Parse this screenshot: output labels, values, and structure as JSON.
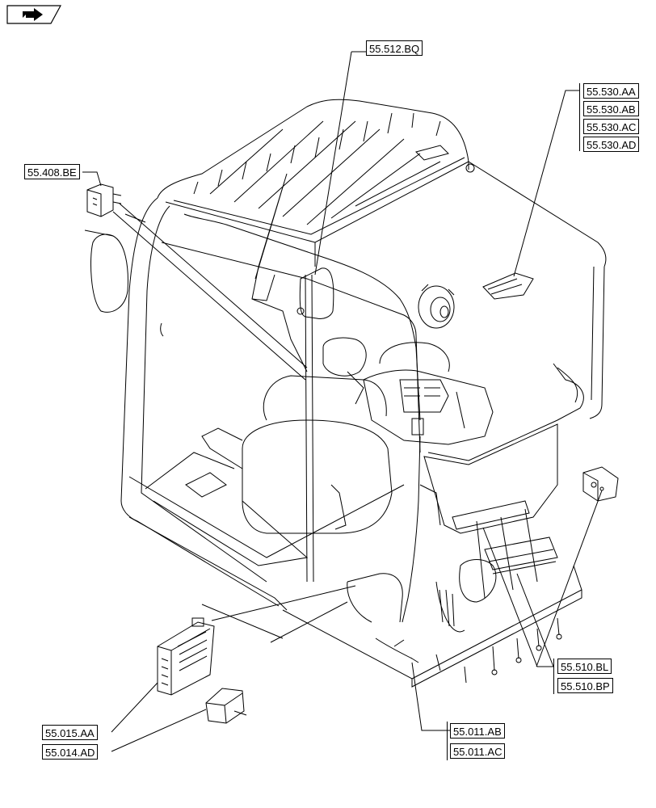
{
  "diagram": {
    "nav_icon": "next-page-arrow-icon",
    "callouts": {
      "c_55_512_BQ": "55.512.BQ",
      "c_55_530_AA": "55.530.AA",
      "c_55_530_AB": "55.530.AB",
      "c_55_530_AC": "55.530.AC",
      "c_55_530_AD": "55.530.AD",
      "c_55_408_BE": "55.408.BE",
      "c_55_510_BL": "55.510.BL",
      "c_55_510_BP": "55.510.BP",
      "c_55_015_AA": "55.015.AA",
      "c_55_014_AD": "55.014.AD",
      "c_55_011_AB": "55.011.AB",
      "c_55_011_AC": "55.011.AC"
    }
  }
}
